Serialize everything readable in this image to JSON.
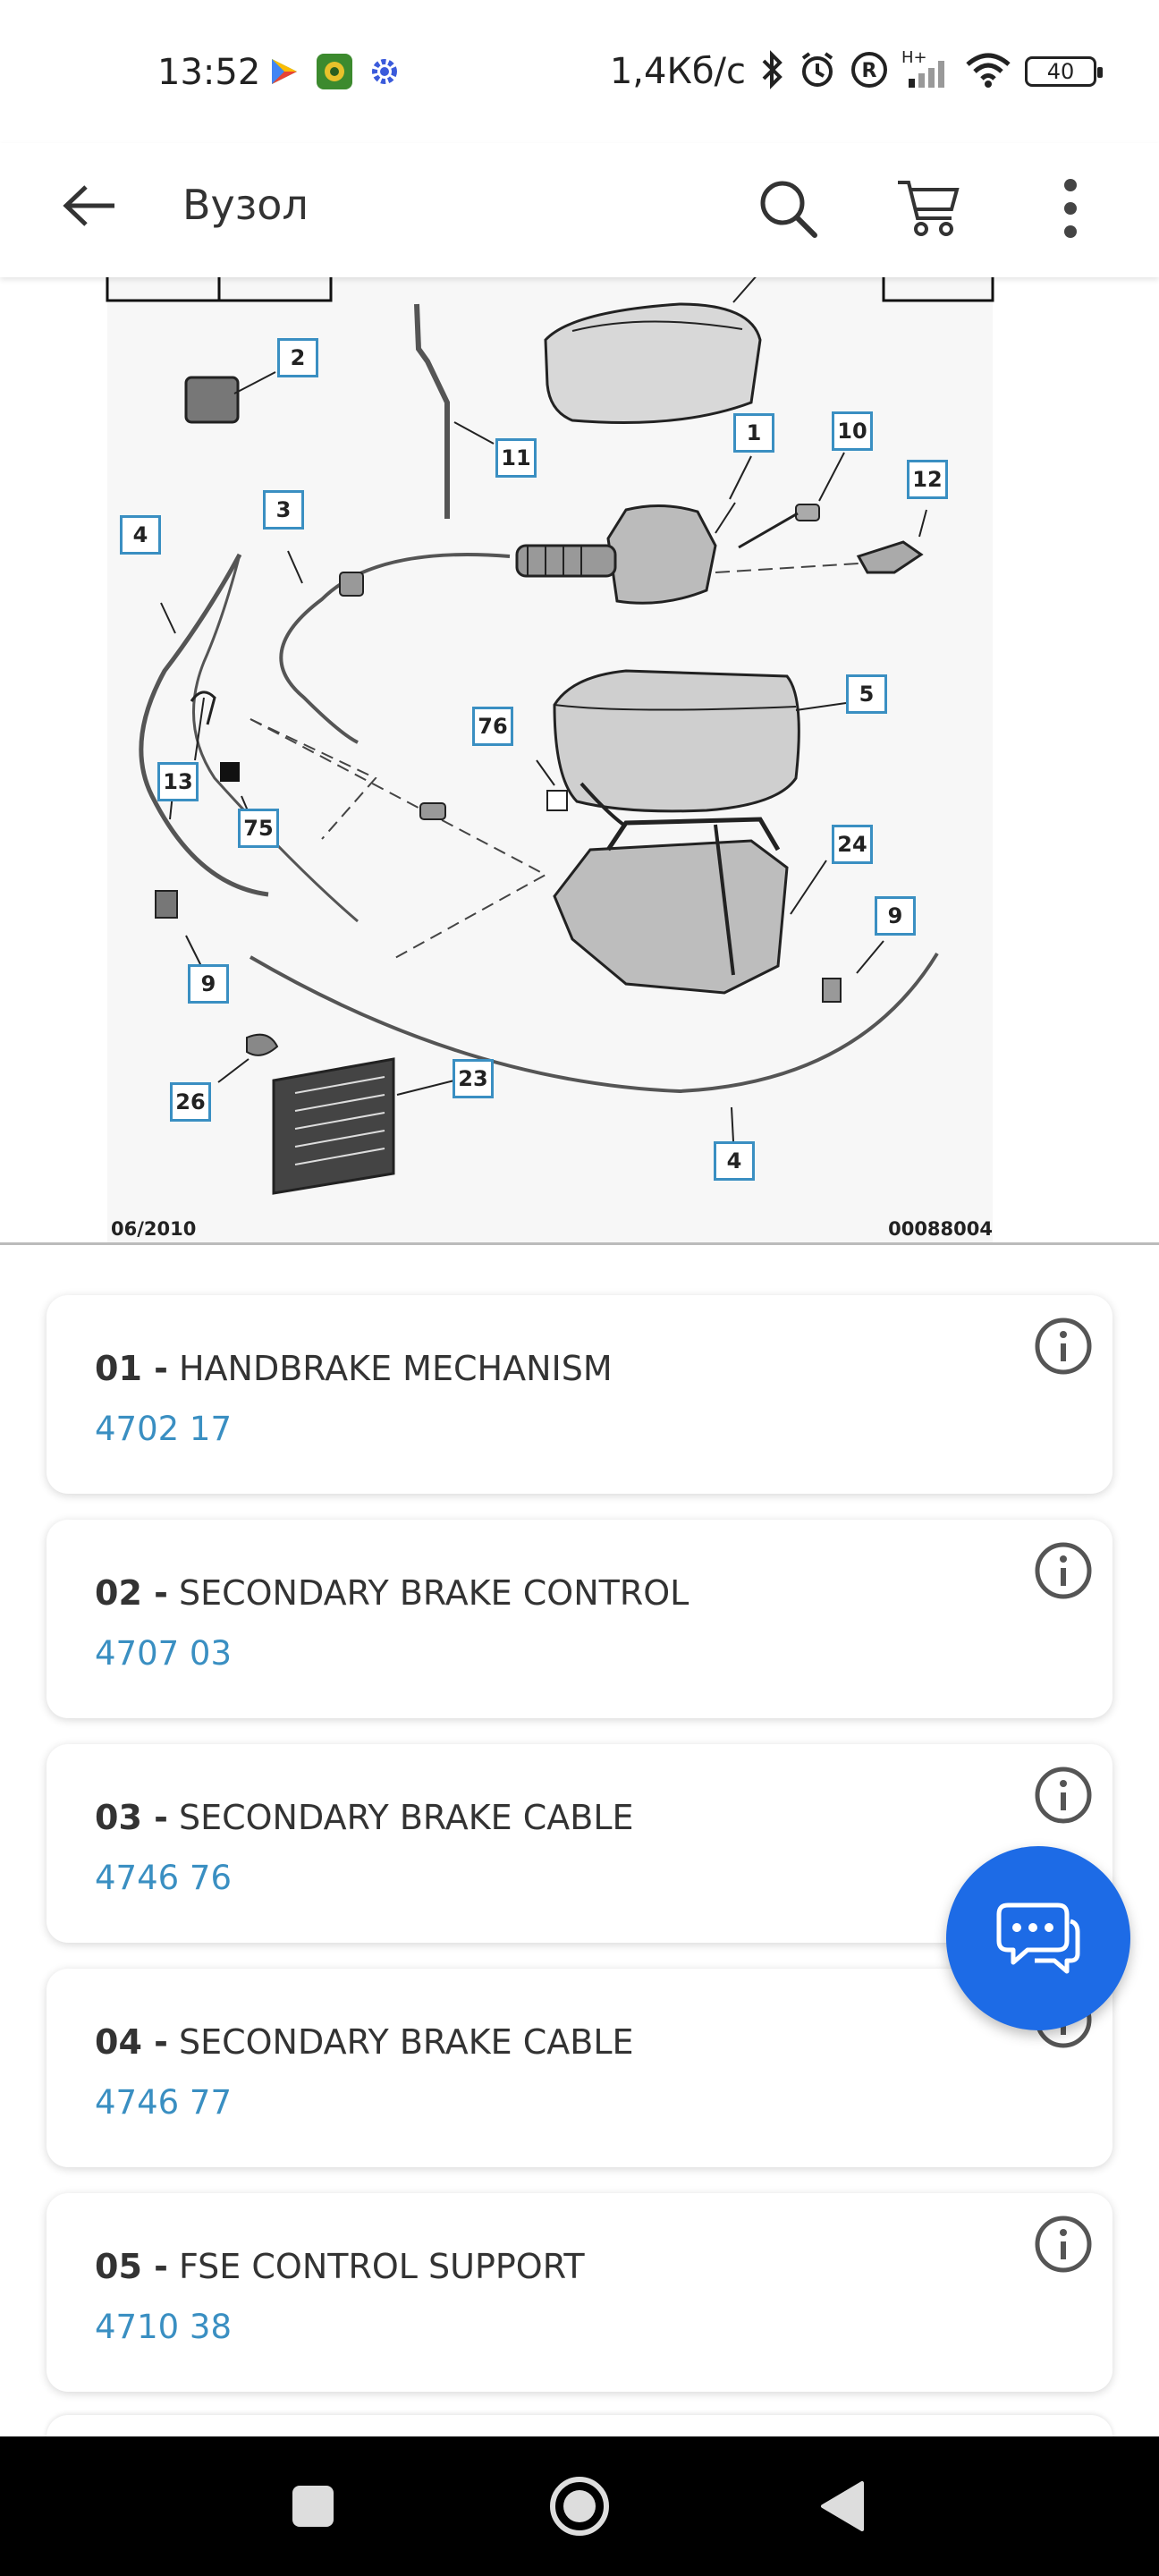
{
  "status_bar": {
    "time": "13:52",
    "network_speed": "1,4Кб/с",
    "signal_label": "H+",
    "battery": "40",
    "icons": [
      "google-play-services-icon",
      "game-app-icon",
      "settings-gear-icon",
      "bluetooth-icon",
      "alarm-icon",
      "roaming-r-icon",
      "signal-icon",
      "wifi-icon",
      "battery-icon"
    ]
  },
  "app_bar": {
    "title": "Вузол",
    "icons": [
      "back-arrow-icon",
      "search-icon",
      "cart-icon",
      "more-vert-icon"
    ]
  },
  "diagram": {
    "date": "06/2010",
    "code": "00088004",
    "callouts": [
      "2",
      "11",
      "1",
      "10",
      "12",
      "4",
      "3",
      "76",
      "5",
      "13",
      "75",
      "24",
      "9",
      "9",
      "26",
      "23",
      "4"
    ]
  },
  "parts": [
    {
      "num": "01 -",
      "name": "HANDBRAKE MECHANISM",
      "ref": "4702 17"
    },
    {
      "num": "02 -",
      "name": "SECONDARY BRAKE CONTROL",
      "ref": "4707 03"
    },
    {
      "num": "03 -",
      "name": "SECONDARY BRAKE CABLE",
      "ref": "4746 76"
    },
    {
      "num": "04 -",
      "name": "SECONDARY BRAKE CABLE",
      "ref": "4746 77"
    },
    {
      "num": "05 -",
      "name": "FSE CONTROL SUPPORT",
      "ref": "4710 38"
    }
  ],
  "colors": {
    "accent_ref": "#3a8fc2",
    "fab": "#1d6be6",
    "callout_border": "#3a8fc2"
  },
  "fab": {
    "icon": "chat-bubbles-icon"
  },
  "nav_bar": {
    "icons": [
      "recents-square-icon",
      "home-circle-icon",
      "back-triangle-icon"
    ]
  }
}
